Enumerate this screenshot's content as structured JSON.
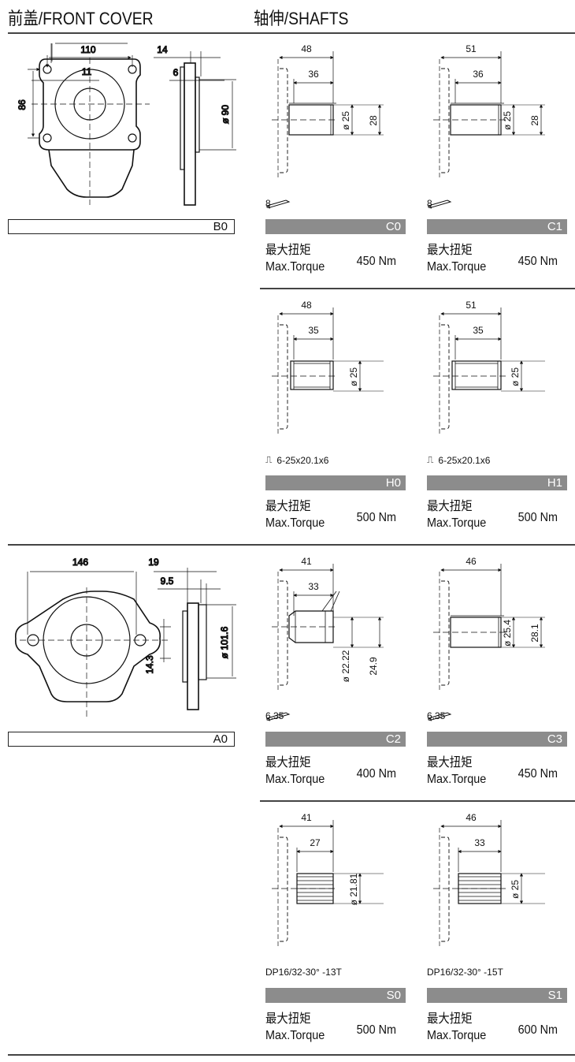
{
  "headers": {
    "front_cover": "前盖/FRONT COVER",
    "shafts": "轴伸/SHAFTS"
  },
  "covers": [
    {
      "code": "B0",
      "dims": {
        "width": "110",
        "hole": "11",
        "thick": "14",
        "pilot": "6",
        "height": "86",
        "dia": "ø 90"
      }
    },
    {
      "code": "A0",
      "dims": {
        "width": "146",
        "thick": "19",
        "pilot": "9.5",
        "height": "14.3",
        "dia": "ø 101.6"
      }
    }
  ],
  "torque_label_zh": "最大扭矩",
  "torque_label_en": "Max.Torque",
  "shafts": [
    {
      "code": "C0",
      "type": "key",
      "overall": "48",
      "inner": "36",
      "side": [
        "ø 25",
        "28"
      ],
      "note": "8",
      "torque": "450 Nm"
    },
    {
      "code": "C1",
      "type": "key",
      "overall": "51",
      "inner": "36",
      "side": [
        "ø 25",
        "28"
      ],
      "note": "8",
      "torque": "450 Nm"
    },
    {
      "code": "H0",
      "type": "spline",
      "overall": "48",
      "inner": "35",
      "side": [
        "ø 25"
      ],
      "note": "6-25x20.1x6",
      "torque": "500 Nm"
    },
    {
      "code": "H1",
      "type": "spline",
      "overall": "51",
      "inner": "35",
      "side": [
        "ø 25"
      ],
      "note": "6-25x20.1x6",
      "torque": "500 Nm"
    },
    {
      "code": "C2",
      "type": "taper",
      "overall": "41",
      "inner": "33",
      "side": [
        "ø 22.22",
        "24.9"
      ],
      "note": "6.35",
      "torque": "400 Nm"
    },
    {
      "code": "C3",
      "type": "key",
      "overall": "46",
      "inner": "",
      "side": [
        "ø 25.4",
        "28.1"
      ],
      "note": "6.35",
      "torque": "450 Nm"
    },
    {
      "code": "S0",
      "type": "gear",
      "overall": "41",
      "inner": "27",
      "side": [
        "ø 21.81"
      ],
      "note": "DP16/32-30°  -13T",
      "torque": "500 Nm"
    },
    {
      "code": "S1",
      "type": "gear",
      "overall": "46",
      "inner": "33",
      "side": [
        "ø 25"
      ],
      "note": "DP16/32-30°  -15T",
      "torque": "600 Nm"
    }
  ]
}
